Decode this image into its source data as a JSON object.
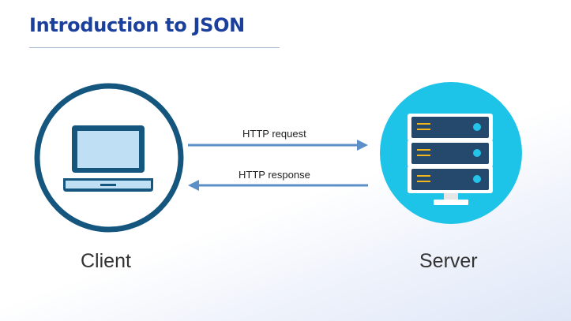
{
  "title": "Introduction to JSON",
  "nodes": {
    "client": {
      "label": "Client",
      "icon": "laptop-icon"
    },
    "server": {
      "label": "Server",
      "icon": "server-rack-icon"
    }
  },
  "arrows": {
    "request": {
      "label": "HTTP request"
    },
    "response": {
      "label": "HTTP response"
    }
  },
  "colors": {
    "title": "#1a3f9c",
    "arrow": "#5b8fc7",
    "client_ring": "#15567f",
    "server_circle": "#1ec4e8",
    "server_unit": "#25496d",
    "server_slot": "#f2b51d",
    "server_led": "#22c4ea"
  }
}
